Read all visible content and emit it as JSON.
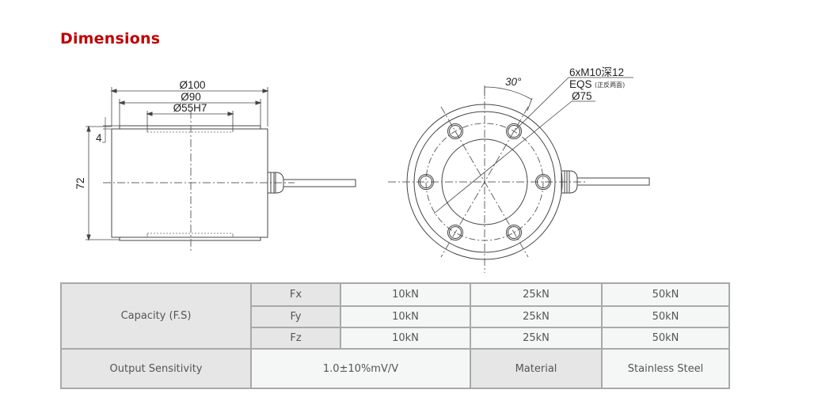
{
  "title": "Dimensions",
  "side_view": {
    "dim_outer": "Ø100",
    "dim_mid": "Ø90",
    "dim_inner": "Ø55H7",
    "dim_flange": "4",
    "dim_height": "72"
  },
  "top_view": {
    "angle": "30°",
    "note_line1": "6xM10深12",
    "note_line2_main": "EQS",
    "note_line2_sub": "(正反两面)",
    "note_line3": "Ø75"
  },
  "table": {
    "capacity_label": "Capacity (F.S)",
    "axes": [
      {
        "axis": "Fx",
        "values": [
          "10kN",
          "25kN",
          "50kN"
        ]
      },
      {
        "axis": "Fy",
        "values": [
          "10kN",
          "25kN",
          "50kN"
        ]
      },
      {
        "axis": "Fz",
        "values": [
          "10kN",
          "25kN",
          "50kN"
        ]
      }
    ],
    "output_label": "Output Sensitivity",
    "output_value": "1.0±10%mV/V",
    "material_label": "Material",
    "material_value": "Stainless Steel"
  },
  "colors": {
    "title": "#c00000",
    "header_cell": "#e6e6e6",
    "value_cell": "#f5f6f6",
    "border": "#a9a9a9"
  }
}
